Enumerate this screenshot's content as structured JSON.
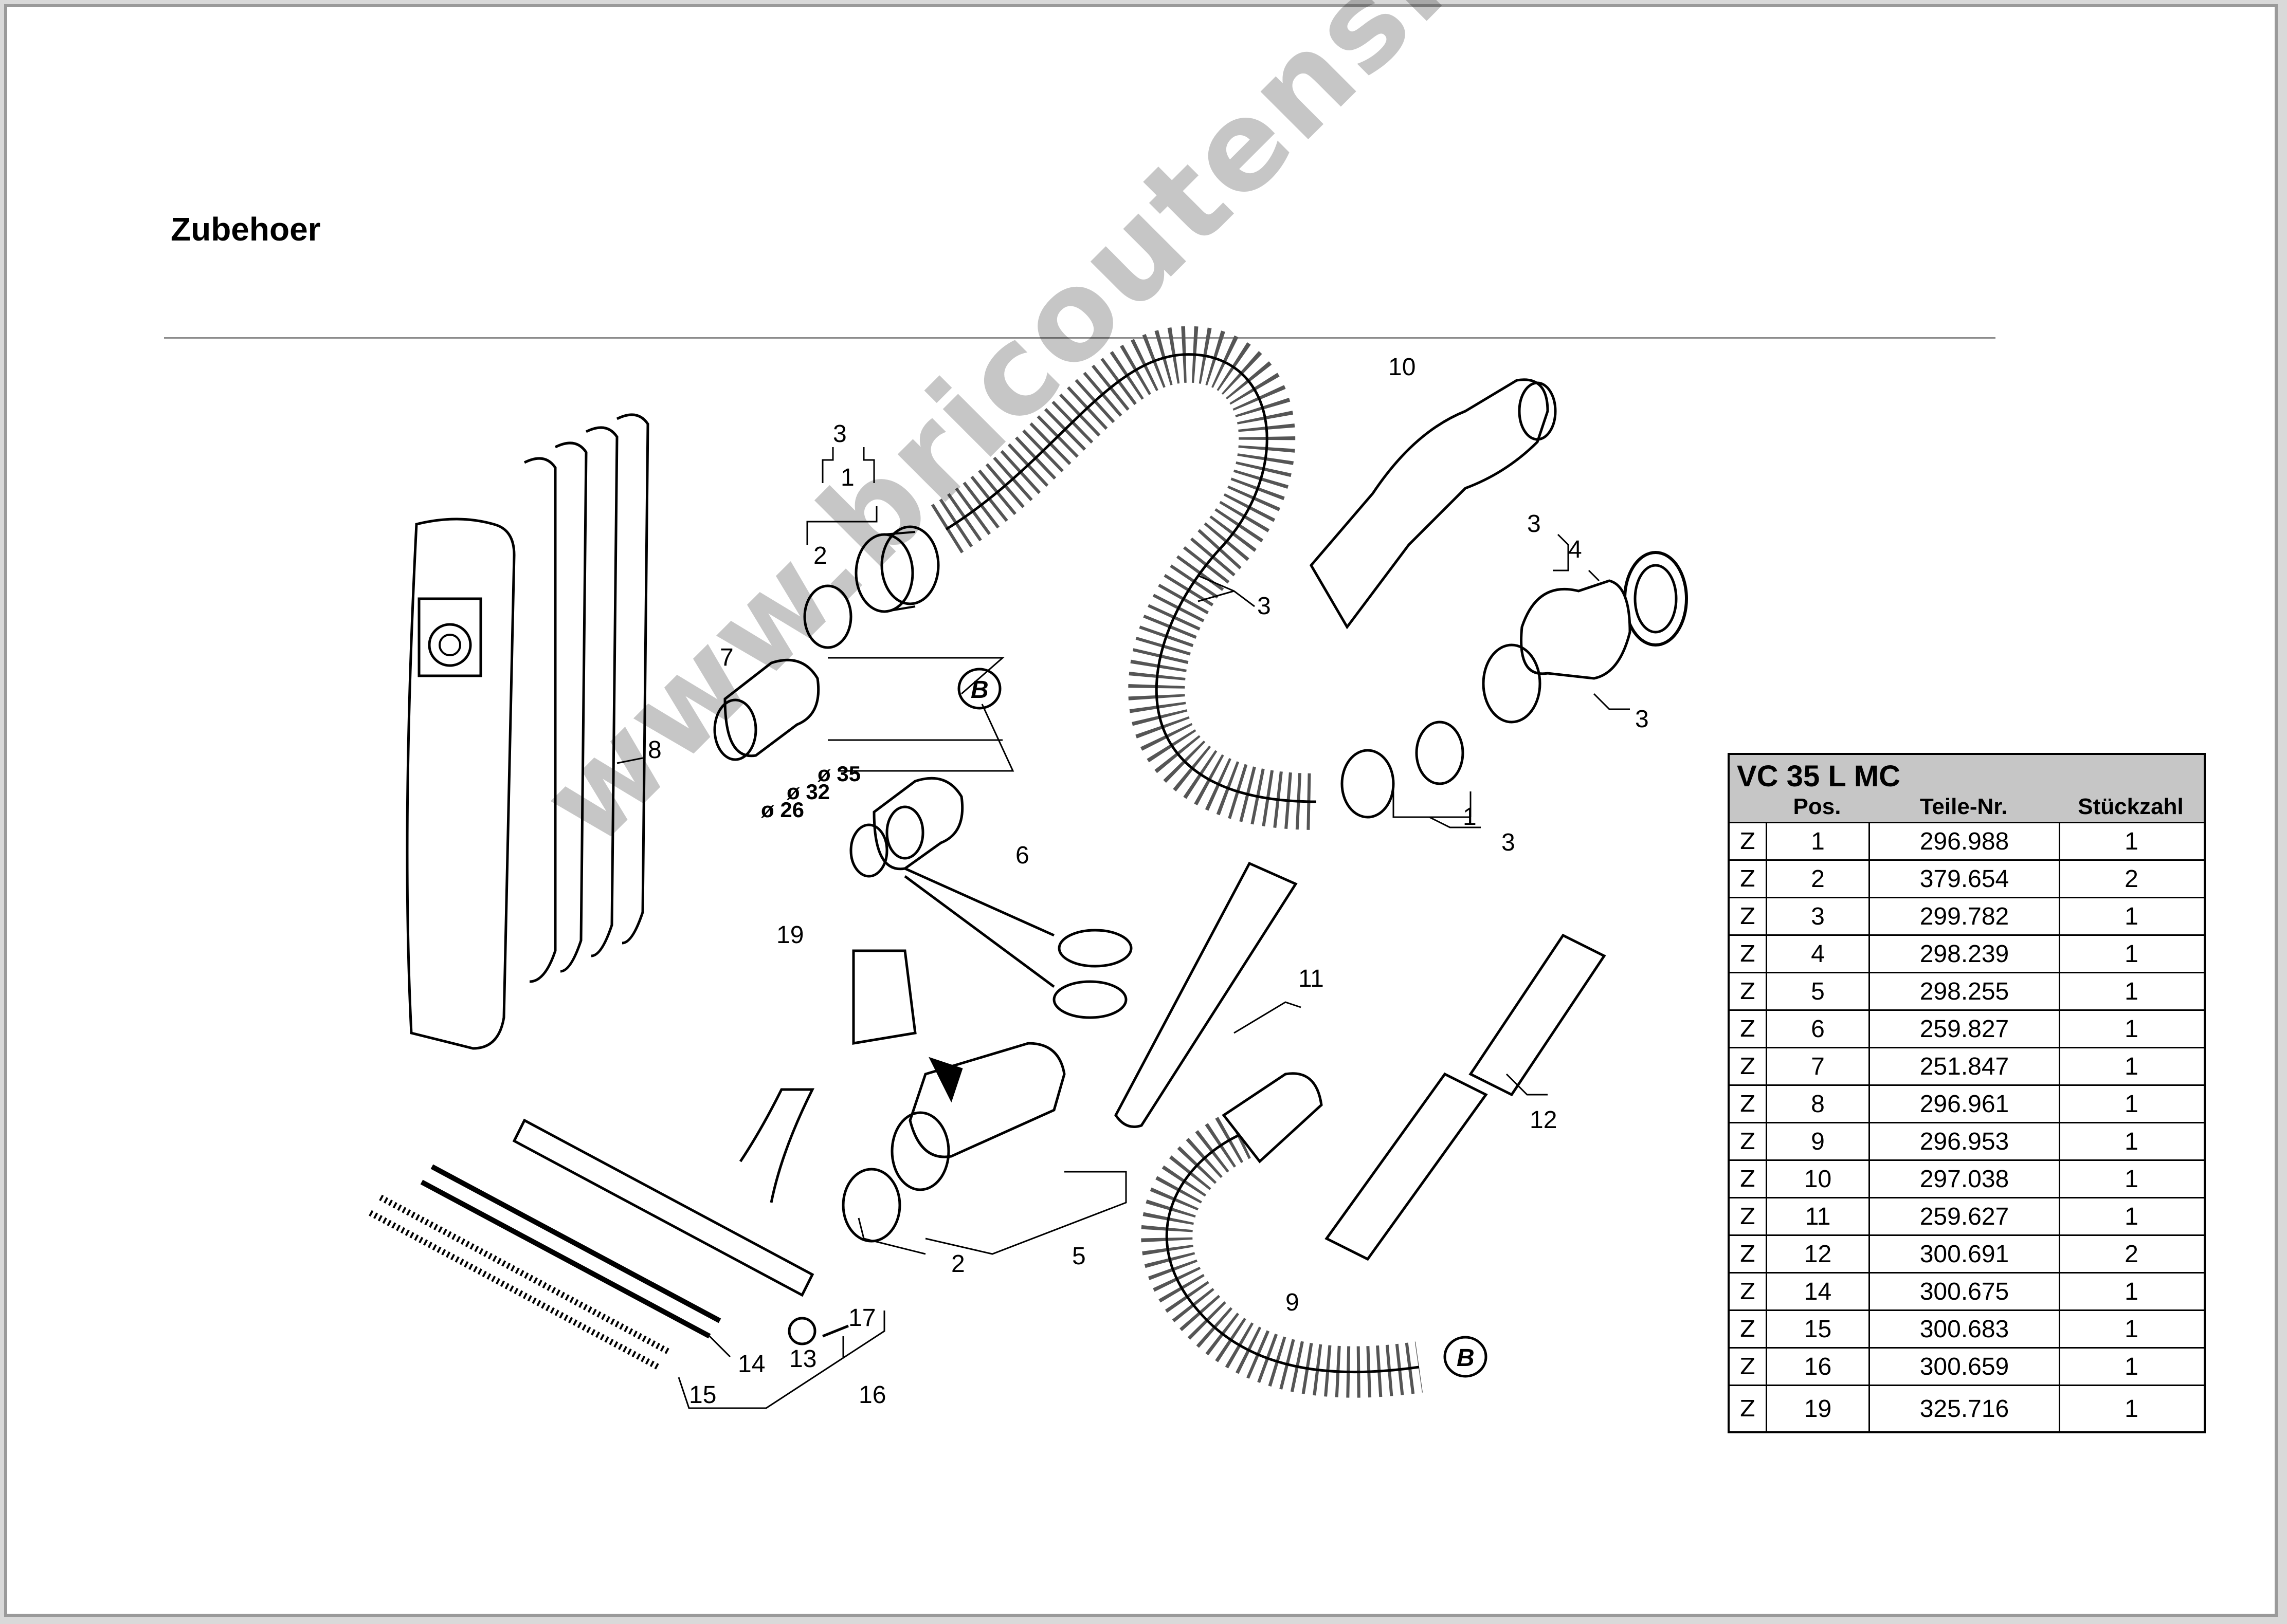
{
  "page": {
    "title": "Zubehoer",
    "watermark": "www.bricoutensili.com"
  },
  "diagram": {
    "callouts": [
      "1",
      "2",
      "3",
      "4",
      "5",
      "6",
      "7",
      "8",
      "9",
      "10",
      "11",
      "12",
      "13",
      "14",
      "15",
      "16",
      "17",
      "19"
    ],
    "hose_ref_label": "B",
    "diameter_labels": [
      "ø 35",
      "ø 32",
      "ø 26"
    ]
  },
  "parts_table": {
    "title": "VC 35 L MC",
    "columns": [
      "Pos.",
      "Teile-Nr.",
      "Stückzahl"
    ],
    "rows": [
      {
        "code": "Z",
        "pos": "1",
        "part": "296.988",
        "qty": "1"
      },
      {
        "code": "Z",
        "pos": "2",
        "part": "379.654",
        "qty": "2"
      },
      {
        "code": "Z",
        "pos": "3",
        "part": "299.782",
        "qty": "1"
      },
      {
        "code": "Z",
        "pos": "4",
        "part": "298.239",
        "qty": "1"
      },
      {
        "code": "Z",
        "pos": "5",
        "part": "298.255",
        "qty": "1"
      },
      {
        "code": "Z",
        "pos": "6",
        "part": "259.827",
        "qty": "1"
      },
      {
        "code": "Z",
        "pos": "7",
        "part": "251.847",
        "qty": "1"
      },
      {
        "code": "Z",
        "pos": "8",
        "part": "296.961",
        "qty": "1"
      },
      {
        "code": "Z",
        "pos": "9",
        "part": "296.953",
        "qty": "1"
      },
      {
        "code": "Z",
        "pos": "10",
        "part": "297.038",
        "qty": "1"
      },
      {
        "code": "Z",
        "pos": "11",
        "part": "259.627",
        "qty": "1"
      },
      {
        "code": "Z",
        "pos": "12",
        "part": "300.691",
        "qty": "2"
      },
      {
        "code": "Z",
        "pos": "14",
        "part": "300.675",
        "qty": "1"
      },
      {
        "code": "Z",
        "pos": "15",
        "part": "300.683",
        "qty": "1"
      },
      {
        "code": "Z",
        "pos": "16",
        "part": "300.659",
        "qty": "1"
      },
      {
        "code": "Z",
        "pos": "19",
        "part": "325.716",
        "qty": "1"
      }
    ]
  }
}
